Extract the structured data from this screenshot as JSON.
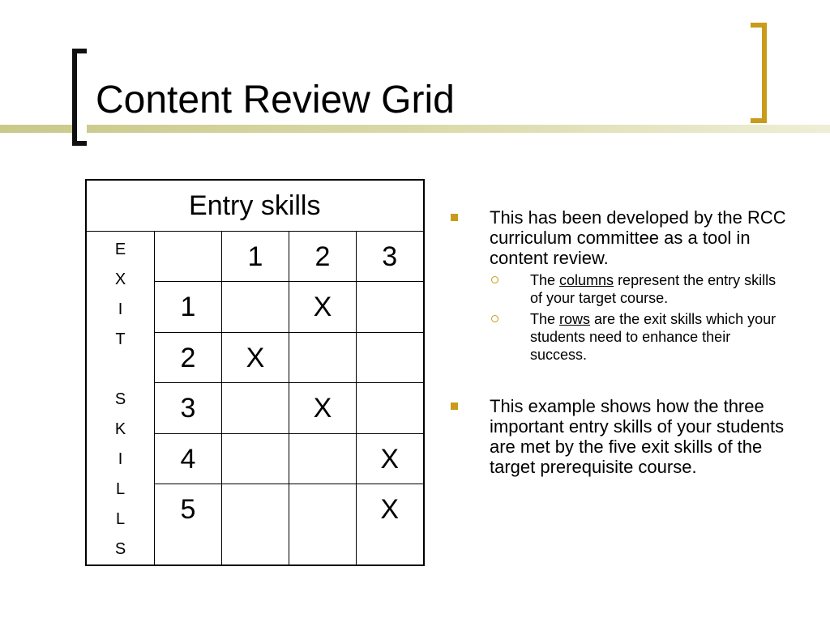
{
  "slide": {
    "title": "Content Review Grid",
    "accent_color": "#c89b1a"
  },
  "grid": {
    "header": "Entry skills",
    "exit_label_letters": [
      "E",
      "X",
      "I",
      "T",
      "",
      "S",
      "K",
      "I",
      "L",
      "L",
      "S"
    ],
    "column_headers": [
      "1",
      "2",
      "3"
    ],
    "rows": [
      {
        "label": "1",
        "cells": [
          "",
          "X",
          ""
        ]
      },
      {
        "label": "2",
        "cells": [
          "X",
          "",
          ""
        ]
      },
      {
        "label": "3",
        "cells": [
          "",
          "X",
          ""
        ]
      },
      {
        "label": "4",
        "cells": [
          "",
          "",
          "X"
        ]
      },
      {
        "label": "5",
        "cells": [
          "",
          "",
          "X"
        ]
      }
    ]
  },
  "bullets": {
    "b1": "This has been developed by the RCC curriculum committee as a tool in content review.",
    "sub1_pre": "The ",
    "sub1_link": "columns",
    "sub1_post": " represent the entry skills of your target course.",
    "sub2_pre": "The ",
    "sub2_link": "rows",
    "sub2_post": " are the exit skills which your students need to enhance their success.",
    "b2": "This example shows how the three important entry skills of your students are met by the five exit skills of the target prerequisite course."
  }
}
